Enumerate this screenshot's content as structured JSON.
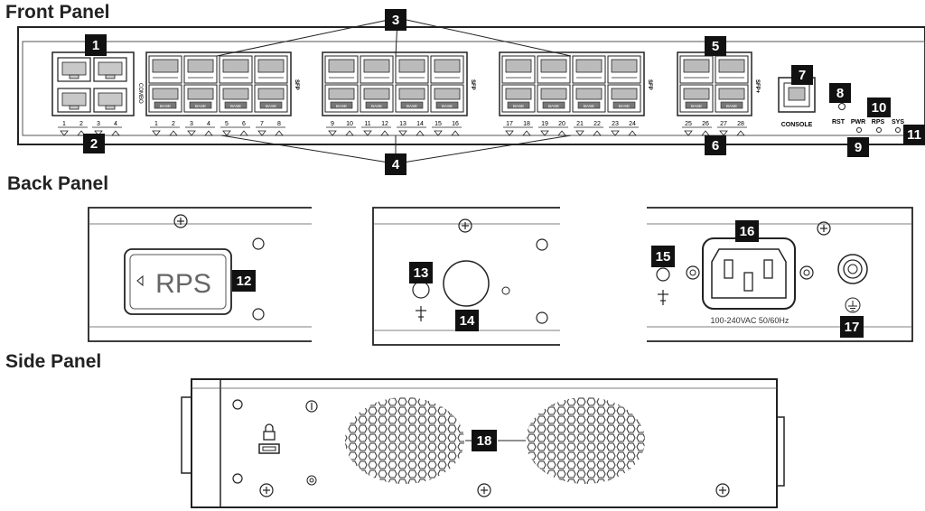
{
  "titles": {
    "front": "Front Panel",
    "back": "Back Panel",
    "side": "Side Panel"
  },
  "front": {
    "combo_label": "COMBO",
    "sfp_label": "SFP",
    "sfp_plus_label": "SFP+",
    "rj45_tag": "BASE",
    "console_label": "CONSOLE",
    "rst_label": "RST",
    "pwr_label": "PWR",
    "rps_label": "RPS",
    "sys_label": "SYS",
    "group1_ports": [
      "1",
      "2",
      "3",
      "4"
    ],
    "group2_ports": [
      "1",
      "2",
      "3",
      "4",
      "5",
      "6",
      "7",
      "8"
    ],
    "group3_ports": [
      "9",
      "10",
      "11",
      "12",
      "13",
      "14",
      "15",
      "16"
    ],
    "group4_ports": [
      "17",
      "18",
      "19",
      "20",
      "21",
      "22",
      "23",
      "24"
    ],
    "group5_ports": [
      "25",
      "26",
      "27",
      "28"
    ]
  },
  "back": {
    "rps_label": "RPS",
    "power_rating": "100-240VAC  50/60Hz"
  },
  "callouts": [
    "1",
    "2",
    "3",
    "4",
    "5",
    "6",
    "7",
    "8",
    "9",
    "10",
    "11",
    "12",
    "13",
    "14",
    "15",
    "16",
    "17",
    "18"
  ]
}
